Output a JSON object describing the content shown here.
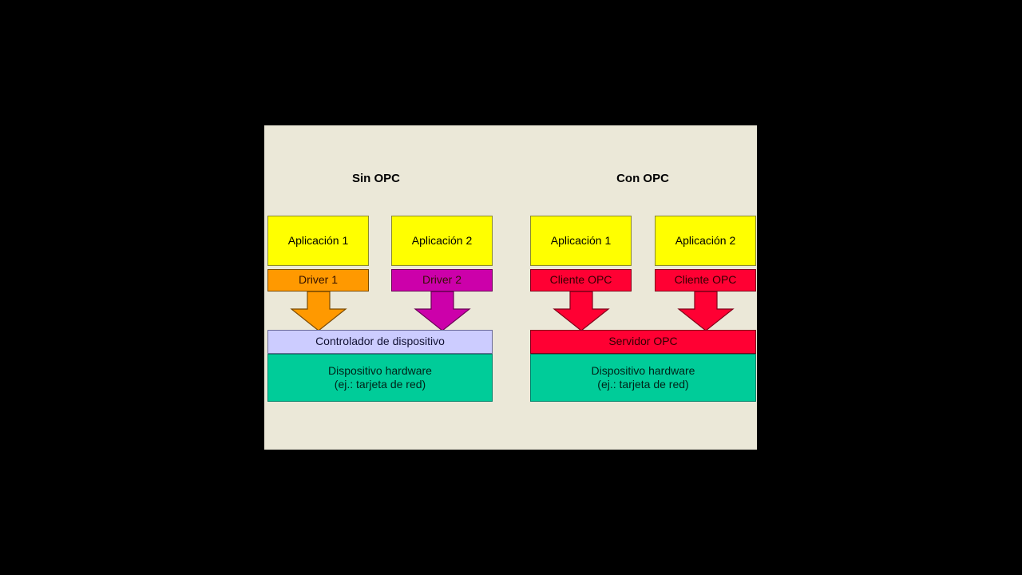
{
  "figure": {
    "background_color": "#000000",
    "panel_color": "#ebe8d8"
  },
  "columns": [
    {
      "id": "sin-opc",
      "title": "Sin OPC"
    },
    {
      "id": "con-opc",
      "title": "Con OPC"
    }
  ],
  "sin_opc": {
    "title": "Sin OPC",
    "stacks": [
      {
        "application": "Aplicación 1",
        "middleware": "Driver 1",
        "middleware_color": "#ff9900",
        "arrow_color": "#ff9900"
      },
      {
        "application": "Aplicación 2",
        "middleware": "Driver 2",
        "middleware_color": "#cc00aa",
        "arrow_color": "#cc00aa"
      }
    ],
    "controller": "Controlador de dispositivo",
    "controller_color": "#ccccff",
    "hardware_line1": "Dispositivo hardware",
    "hardware_line2": "(ej.: tarjeta de red)",
    "hardware_color": "#00cc99"
  },
  "con_opc": {
    "title": "Con OPC",
    "stacks": [
      {
        "application": "Aplicación 1",
        "middleware": "Cliente OPC",
        "middleware_color": "#ff0033",
        "arrow_color": "#ff0033"
      },
      {
        "application": "Aplicación 2",
        "middleware": "Cliente OPC",
        "middleware_color": "#ff0033",
        "arrow_color": "#ff0033"
      }
    ],
    "server": "Servidor OPC",
    "server_color": "#ff0033",
    "hardware_line1": "Dispositivo hardware",
    "hardware_line2": "(ej.: tarjeta de red)",
    "hardware_color": "#00cc99"
  },
  "colors": {
    "application": "#ffff00",
    "driver_1": "#ff9900",
    "driver_2": "#cc00aa",
    "opc_red": "#ff0033",
    "controller": "#ccccff",
    "hardware": "#00cc99",
    "panel": "#ebe8d8",
    "outer": "#000000"
  }
}
